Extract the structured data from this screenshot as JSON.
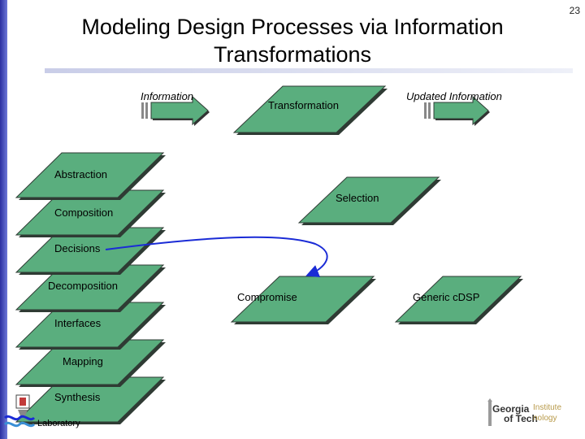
{
  "slide": {
    "title": "Modeling Design Processes via Information Transformations",
    "number": "23"
  },
  "legend": {
    "information": "Information",
    "transformation": "Transformation",
    "updated_information": "Updated Information"
  },
  "stack": {
    "abstraction": "Abstraction",
    "composition": "Composition",
    "decisions": "Decisions",
    "decomposition": "Decomposition",
    "interfaces": "Interfaces",
    "mapping": "Mapping",
    "synthesis": "Synthesis"
  },
  "right": {
    "selection": "Selection",
    "compromise": "Compromise",
    "generic": "Generic cDSP"
  },
  "footer": {
    "lab_text": "Laboratory",
    "gt_word1": "Georgia",
    "gt_word2": "Institute",
    "gt_word3": "of Tech",
    "gt_word4": "nology"
  },
  "colors": {
    "shape_fill": "#5aae7e",
    "shape_shadow": "#2f3b34",
    "connector": "#1a2bd6",
    "sidebar": "#2a2fa0"
  }
}
